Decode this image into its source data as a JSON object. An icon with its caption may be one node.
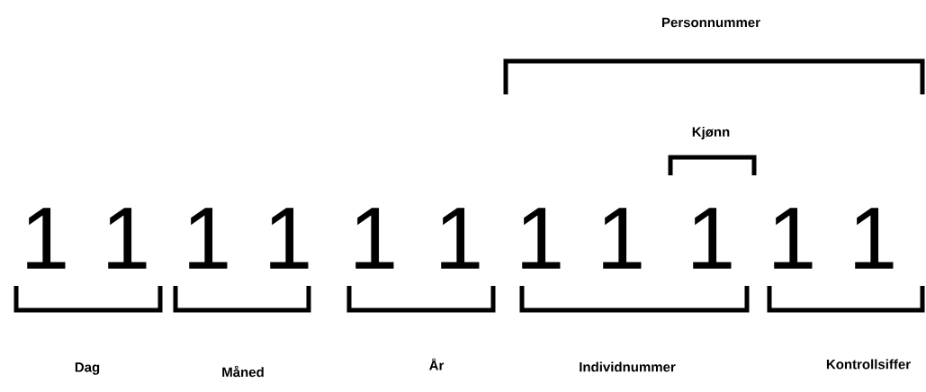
{
  "diagram": {
    "labels": [
      "Personnummer",
      "Kjønn",
      "1",
      "1",
      "1",
      "1",
      "1",
      "1",
      "1",
      "1",
      "1",
      "1",
      "1",
      "Dag",
      "Måned",
      "År",
      "Individnummer",
      "Kontrollsiffer"
    ]
  }
}
